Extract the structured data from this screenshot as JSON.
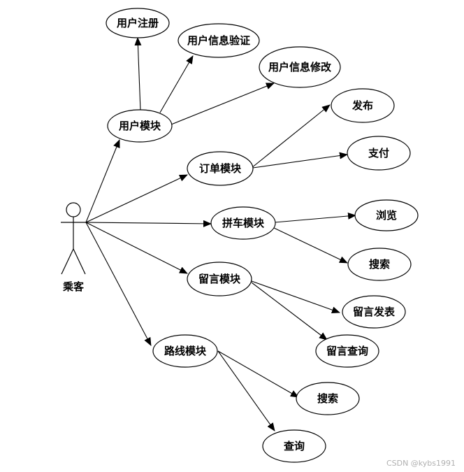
{
  "actor": {
    "label": "乘客"
  },
  "nodes": {
    "user_register": "用户注册",
    "user_info_verify": "用户信息验证",
    "user_info_modify": "用户信息修改",
    "user_module": "用户模块",
    "publish": "发布",
    "pay": "支付",
    "order_module": "订单模块",
    "carpool_module": "拼车模块",
    "browse": "浏览",
    "carpool_search": "搜索",
    "message_module": "留言模块",
    "message_publish": "留言发表",
    "message_query": "留言查询",
    "route_module": "路线模块",
    "route_search": "搜索",
    "route_query": "查询"
  },
  "colors": {
    "line": "#000000",
    "background": "#ffffff",
    "watermark": "#b0b0b0"
  },
  "watermark": "CSDN @kybs1991"
}
